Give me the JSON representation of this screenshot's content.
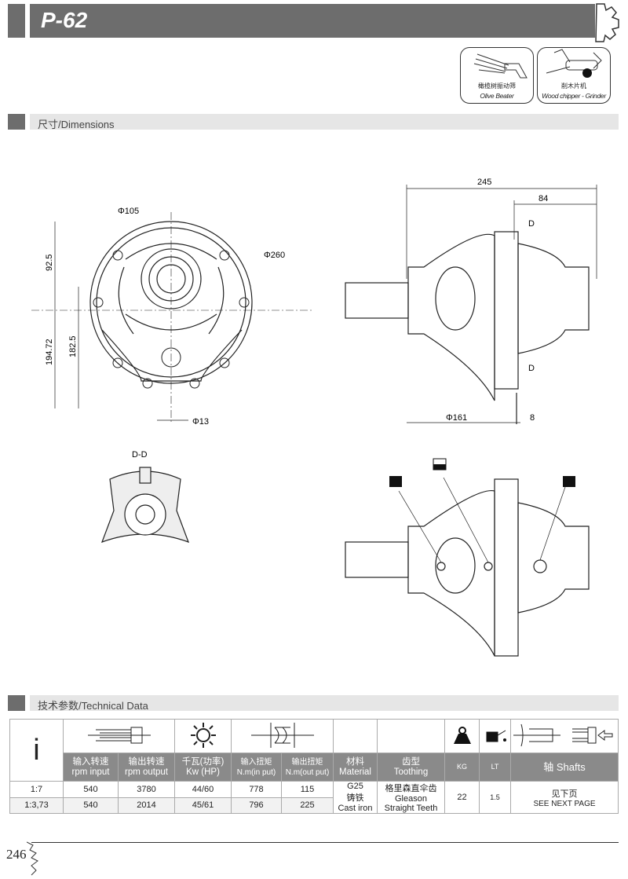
{
  "header": {
    "title": "P-62"
  },
  "applications": [
    {
      "cn": "橄榄树振动筛",
      "en": "Olive Beater"
    },
    {
      "cn": "削木片机",
      "en": "Wood chipper - Grinder"
    }
  ],
  "sections": {
    "dimensions": "尺寸/Dimensions",
    "technical": "技术参数/Technical Data"
  },
  "dimensions": {
    "d105": "Φ105",
    "d260": "Φ260",
    "h92": "92.5",
    "h194": "194.72",
    "h182": "182.5",
    "d13": "Φ13",
    "l245": "245",
    "l84": "84",
    "d161": "Φ161",
    "l8": "8",
    "sectionD": "D",
    "sectionDD": "D-D"
  },
  "table": {
    "ratio_symbol": "i",
    "headers": [
      {
        "cn": "输入转速",
        "en": "rpm input"
      },
      {
        "cn": "输出转速",
        "en": "rpm output"
      },
      {
        "cn": "千瓦(功率)",
        "en": "Kw (HP)"
      },
      {
        "cn": "输入扭矩",
        "en": "N.m(in put)"
      },
      {
        "cn": "输出扭矩",
        "en": "N.m(out put)"
      },
      {
        "cn": "材料",
        "en": "Material"
      },
      {
        "cn": "齿型",
        "en": "Toothing"
      },
      {
        "cn": "KG",
        "en": ""
      },
      {
        "cn": "LT",
        "en": ""
      },
      {
        "cn": "轴 Shafts",
        "en": ""
      }
    ],
    "rows": [
      {
        "ratio": "1:7",
        "rpm_in": "540",
        "rpm_out": "3780",
        "kw": "44/60",
        "t_in": "778",
        "t_out": "115"
      },
      {
        "ratio": "1:3,73",
        "rpm_in": "540",
        "rpm_out": "2014",
        "kw": "45/61",
        "t_in": "796",
        "t_out": "225"
      }
    ],
    "material": {
      "l1": "G25",
      "l2": "铸铁",
      "l3": "Cast iron"
    },
    "toothing": {
      "l1": "格里森直伞齿",
      "l2": "Gleason",
      "l3": "Straight Teeth"
    },
    "kg": "22",
    "lt": "1.5",
    "shafts": {
      "cn": "见下页",
      "en": "SEE NEXT PAGE"
    }
  },
  "footer": {
    "page": "246"
  }
}
